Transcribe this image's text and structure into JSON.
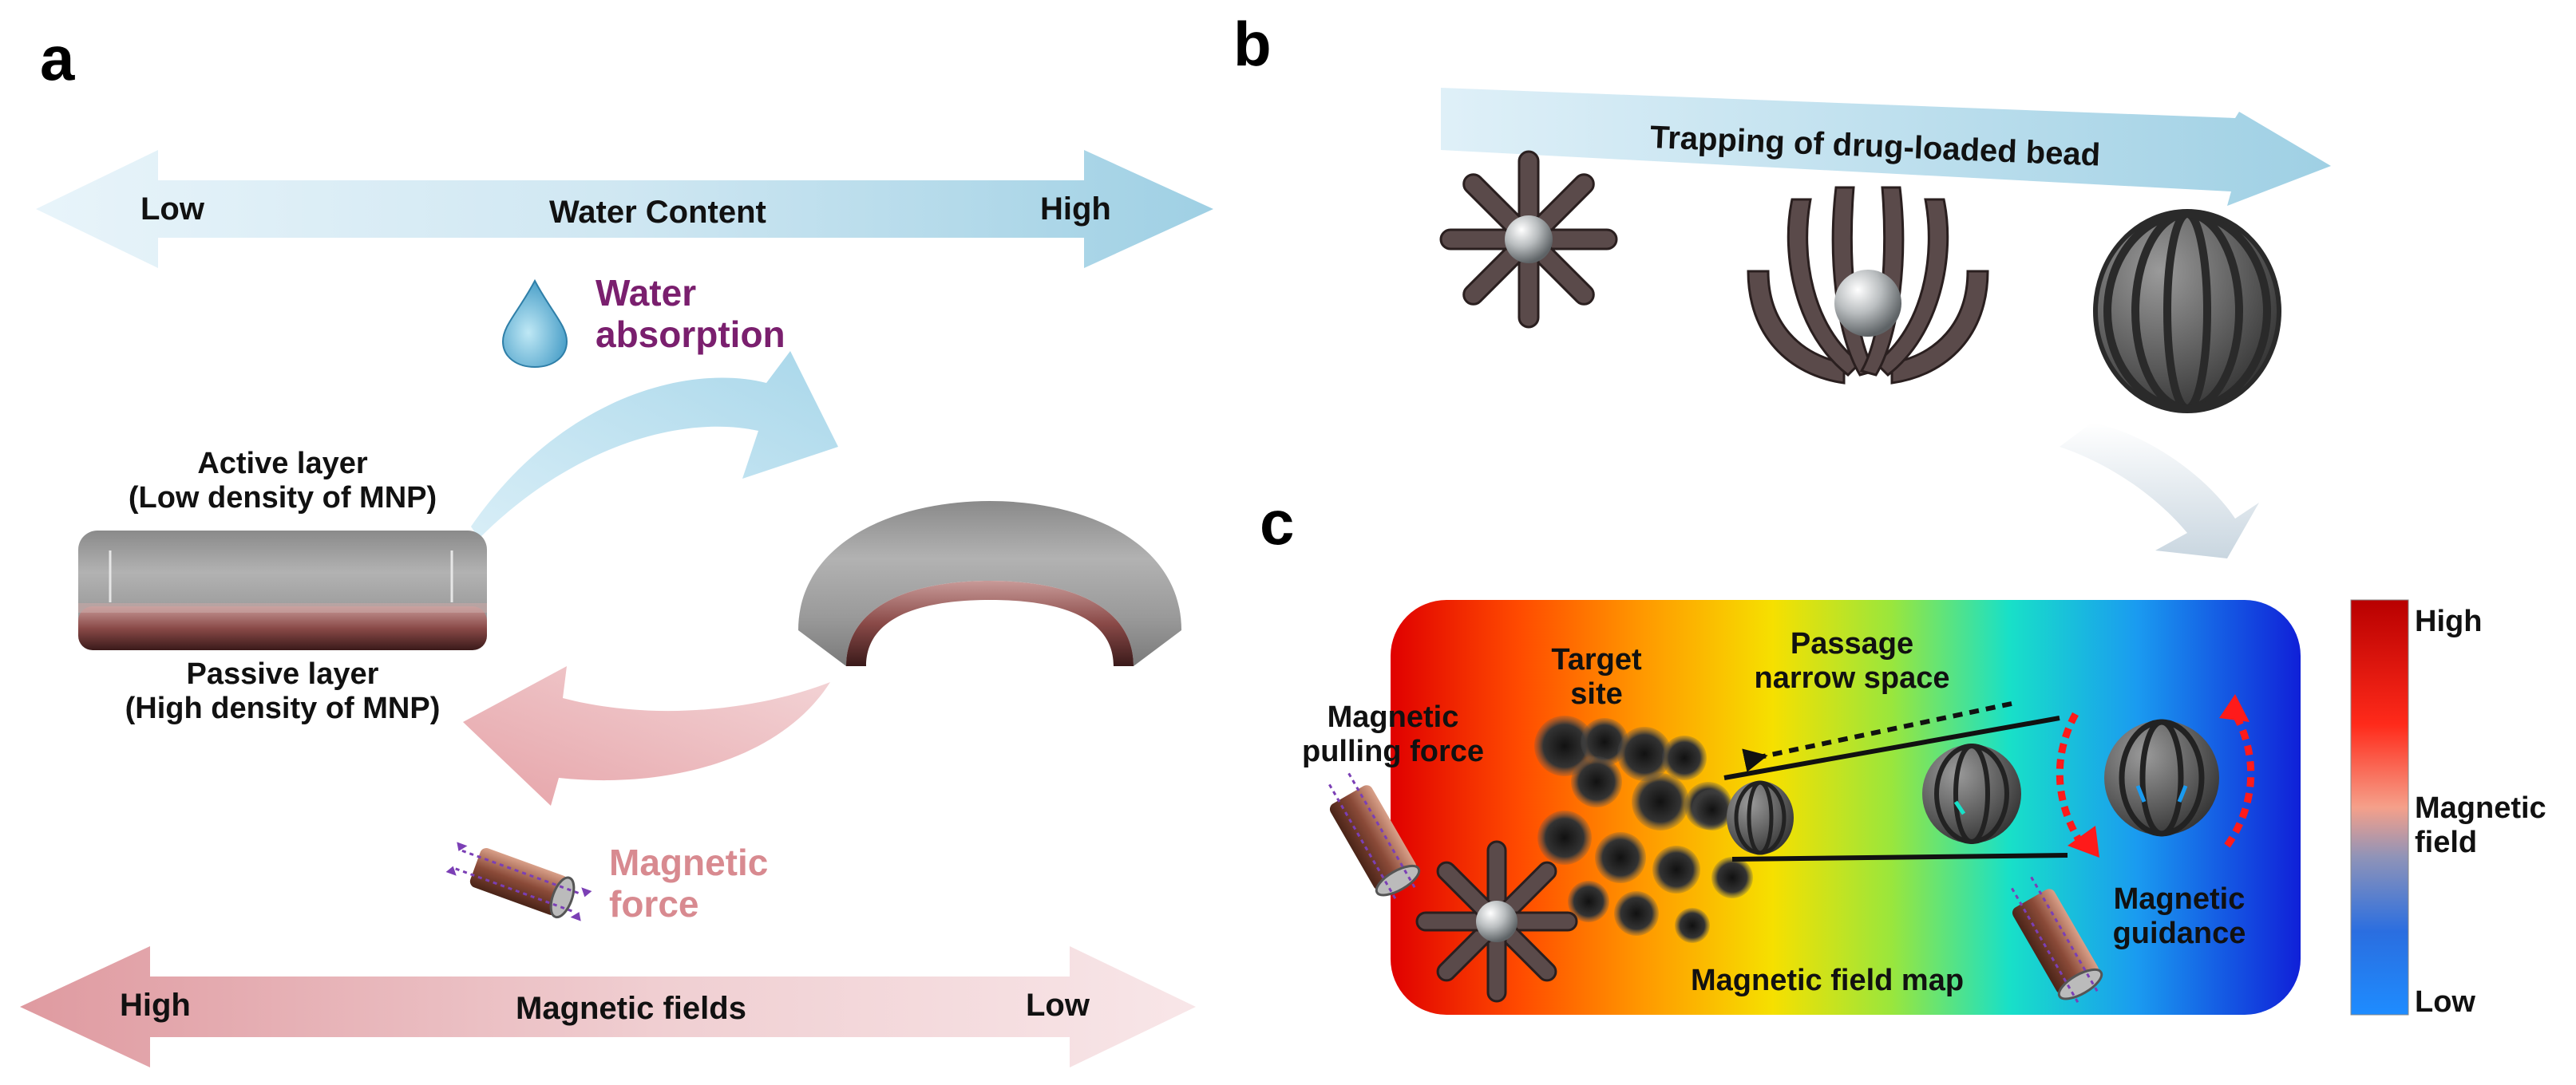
{
  "panels": {
    "a": "a",
    "b": "b",
    "c": "c"
  },
  "panel_a": {
    "water_arrow": {
      "left": "Low",
      "center": "Water Content",
      "right": "High"
    },
    "water_absorption": [
      "Water",
      "absorption"
    ],
    "active_layer": [
      "Active layer",
      "(Low density of MNP)"
    ],
    "passive_layer": [
      "Passive layer",
      "(High density of MNP)"
    ],
    "magnetic_force": [
      "Magnetic",
      "force"
    ],
    "magnetic_arrow": {
      "left": "High",
      "center": "Magnetic fields",
      "right": "Low"
    }
  },
  "panel_b": {
    "arrow_label": "Trapping of drug-loaded bead"
  },
  "panel_c": {
    "target_site": [
      "Target",
      "site"
    ],
    "passage": [
      "Passage",
      "narrow space"
    ],
    "pulling_force": [
      "Magnetic",
      "pulling force"
    ],
    "guidance": [
      "Magnetic",
      "guidance"
    ],
    "field_map": "Magnetic field map"
  },
  "colorbar": {
    "title": [
      "Magnetic",
      "field"
    ],
    "high": "High",
    "low": "Low",
    "colors": [
      "#c00000",
      "#ff2a1a",
      "#f5a08a",
      "#5a7cc8",
      "#1a6fe8",
      "#1e8cff"
    ]
  },
  "colors": {
    "water_arrow": "#9fd0e4",
    "magnetic_arrow": "#e8a8ac",
    "absorption_text": "#7a1f6e",
    "magnetic_force_text": "#d88a90"
  }
}
